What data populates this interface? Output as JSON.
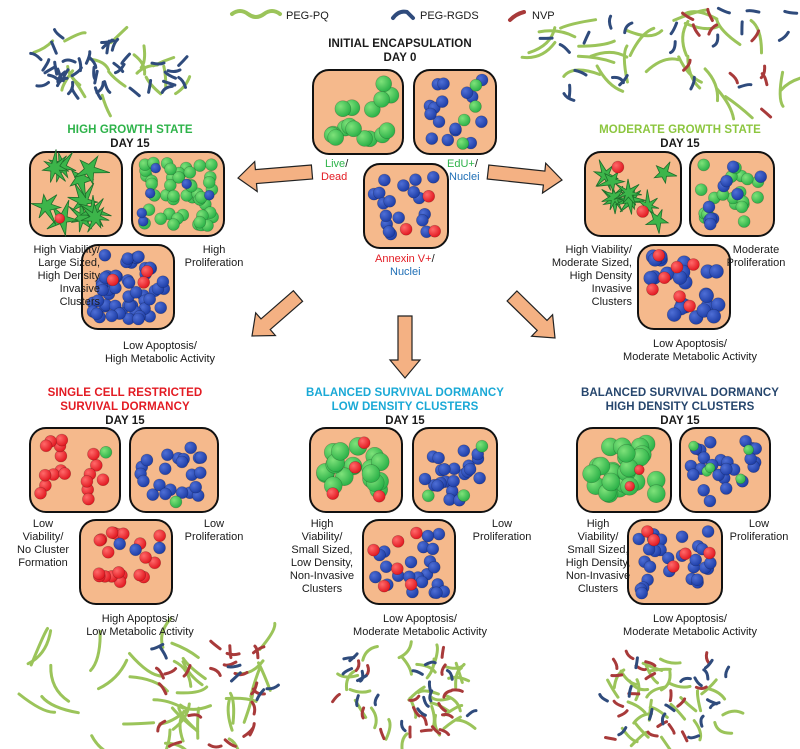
{
  "legend": {
    "peg_pq": "PEG-PQ",
    "peg_rgds": "PEG-RGDS",
    "nvp": "NVP"
  },
  "colors": {
    "peg_pq": "#9bc45a",
    "peg_rgds": "#2f4b7c",
    "nvp": "#a83a3a",
    "live": "#2eb34a",
    "dead": "#e31b23",
    "nuclei": "#1f3fa8",
    "box_fill": "#f5b98c"
  },
  "initial": {
    "title_line1": "INITIAL ENCAPSULATION",
    "title_line2": "DAY 0",
    "live": "Live",
    "slash1": "/",
    "dead": "Dead",
    "edu": "EdU+",
    "slash2": "/",
    "nuclei1": "Nuclei",
    "annexin": "Annexin V+",
    "slash3": "/",
    "nuclei2": "Nuclei"
  },
  "high_growth": {
    "title": "HIGH GROWTH STATE",
    "day": "DAY 15",
    "viability": "High Viability/\nLarge Sized,\nHigh Density\nInvasive\nClusters",
    "proliferation": "High\nProliferation",
    "apoptosis": "Low Apoptosis/\nHigh Metabolic Activity"
  },
  "moderate_growth": {
    "title": "MODERATE GROWTH STATE",
    "day": "DAY 15",
    "viability": "High Viability/\nModerate Sized,\nHigh Density\nInvasive\nClusters",
    "proliferation": "Moderate\nProliferation",
    "apoptosis": "Low Apoptosis/\nModerate Metabolic Activity"
  },
  "single_cell": {
    "title_line1": "SINGLE CELL RESTRICTED",
    "title_line2": "SURVIVAL DORMANCY",
    "day": "DAY 15",
    "viability": "Low\nViability/\nNo Cluster\nFormation",
    "proliferation": "Low\nProliferation",
    "apoptosis": "High Apoptosis/\nLow Metabolic Activity"
  },
  "balanced_low": {
    "title_line1": "BALANCED SURVIVAL DORMANCY",
    "title_line2": "LOW DENSITY CLUSTERS",
    "day": "DAY 15",
    "viability": "High\nViability/\nSmall Sized,\nLow Density,\nNon-Invasive\nClusters",
    "proliferation": "Low\nProliferation",
    "apoptosis": "Low Apoptosis/\nModerate Metabolic Activity"
  },
  "balanced_high": {
    "title_line1": "BALANCED SURVIVAL DORMANCY",
    "title_line2": "HIGH DENSITY CLUSTERS",
    "day": "DAY 15",
    "viability": "High\nViability/\nSmall Sized,\nHigh Density,\nNon-Invasive\nClusters",
    "proliferation": "Low\nProliferation",
    "apoptosis": "Low Apoptosis/\nModerate Metabolic Activity"
  }
}
